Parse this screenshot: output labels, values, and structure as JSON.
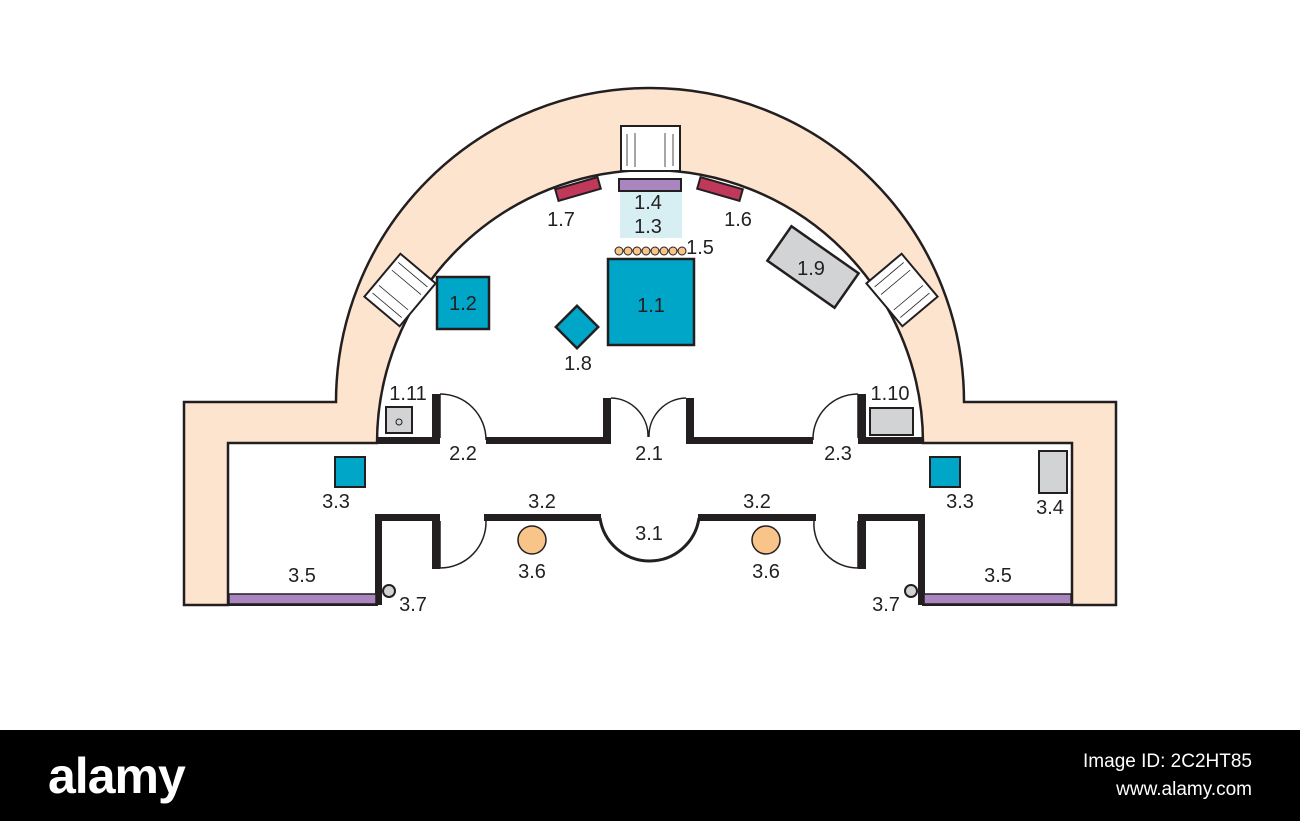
{
  "colors": {
    "wall_fill": "#fde4cf",
    "wall_stroke": "#231f20",
    "furniture_blue": "#00a6c8",
    "furniture_grey": "#d1d3d4",
    "furniture_purple": "#a986c0",
    "furniture_red": "#c0395a",
    "furniture_orange": "#f9c48a",
    "window_light": "#d7eef3",
    "footer_bg": "#000000",
    "footer_text": "#ffffff"
  },
  "labels": {
    "l_1_1": "1.1",
    "l_1_2": "1.2",
    "l_1_3": "1.3",
    "l_1_4": "1.4",
    "l_1_5": "1.5",
    "l_1_6": "1.6",
    "l_1_7": "1.7",
    "l_1_8": "1.8",
    "l_1_9": "1.9",
    "l_1_10": "1.10",
    "l_1_11": "1.11",
    "l_2_1": "2.1",
    "l_2_2": "2.2",
    "l_2_3": "2.3",
    "l_3_1": "3.1",
    "l_3_2": "3.2",
    "l_3_3": "3.3",
    "l_3_4": "3.4",
    "l_3_5": "3.5",
    "l_3_6": "3.6",
    "l_3_7": "3.7"
  },
  "icons": {
    "door": "door-swing-icon",
    "window": "window-icon",
    "sink": "sink-icon",
    "column": "column-icon"
  },
  "footer": {
    "logo": "alamy",
    "image_id": "Image ID: 2C2HT85",
    "site": "www.alamy.com"
  }
}
